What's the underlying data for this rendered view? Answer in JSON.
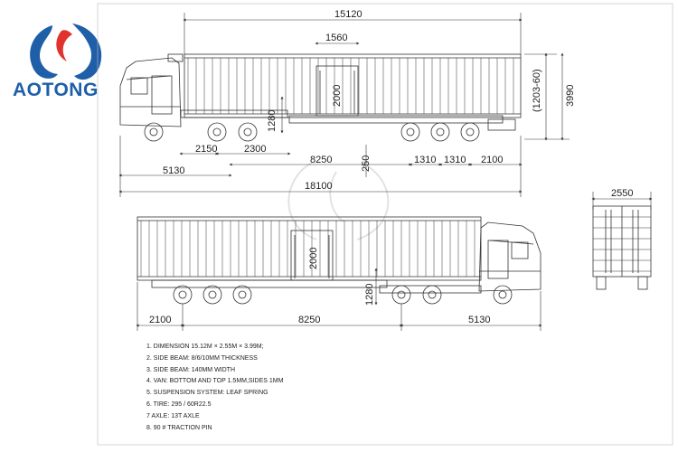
{
  "brand": {
    "name": "AOTONG",
    "primary_color": "#1f5fa8",
    "accent_color": "#e0332e"
  },
  "side_view_top": {
    "dims": {
      "overall_length": "15120",
      "door_width": "1560",
      "door_height": "2000",
      "coupler_height": "1280",
      "top_offset": "(1203-60)",
      "overall_height": "3990",
      "tractor_axle_1": "2150",
      "tractor_axle_2": "2300",
      "trailer_wheelbase": "8250",
      "ground_clearance": "250",
      "axle_spacing_1": "1310",
      "axle_spacing_2": "1310",
      "rear_overhang": "2100",
      "tractor_length": "5130",
      "total_length": "18100"
    }
  },
  "rear_view": {
    "dims": {
      "width": "2550"
    }
  },
  "side_view_bottom": {
    "dims": {
      "door_height": "2000",
      "coupler_height": "1280",
      "rear_overhang": "2100",
      "trailer_wheelbase": "8250",
      "tractor_length": "5130"
    }
  },
  "specs": [
    "1. DIMENSION 15.12M × 2.55M × 3.99M;",
    "2. SIDE BEAM:  8/6/10MM THICKNESS",
    "3. SIDE BEAM: 140MM WIDTH",
    "4. VAN:  BOTTOM AND TOP 1.5MM,SIDES 1MM",
    "5. SUSPENSION SYSTEM: LEAF SPRING",
    "6. TIRE: 295 / 60R22.5",
    "7  AXLE: 13T AXLE",
    "8. 90 # TRACTION PIN"
  ]
}
